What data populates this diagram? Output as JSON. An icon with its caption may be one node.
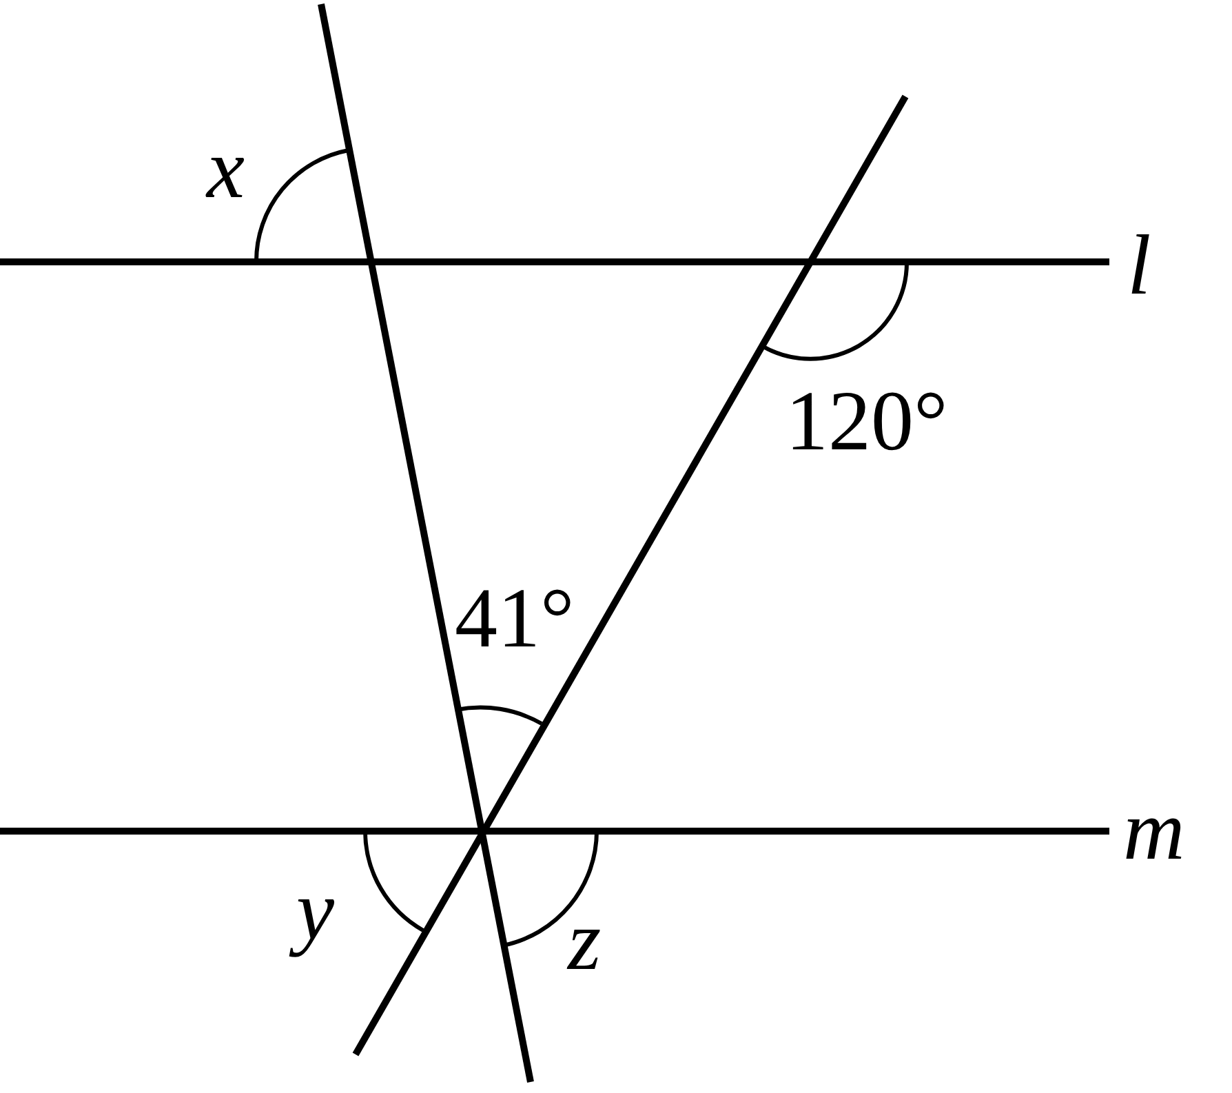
{
  "diagram": {
    "labels": [
      "x",
      "l",
      "120°",
      "41°",
      "m",
      "y",
      "z"
    ]
  }
}
